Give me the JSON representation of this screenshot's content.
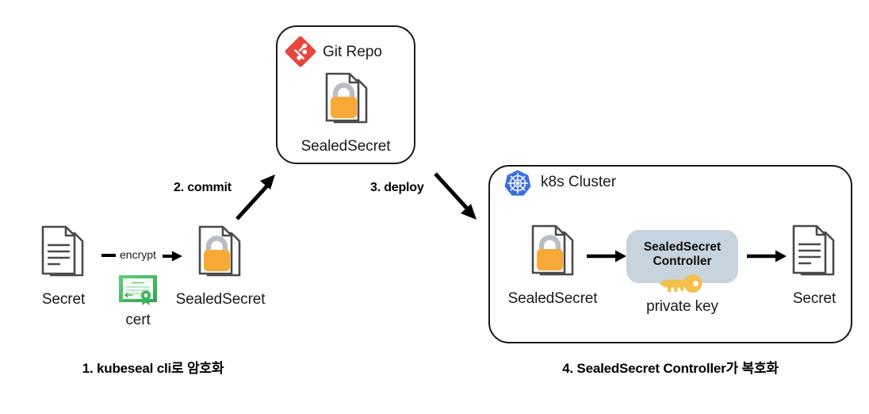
{
  "diagram": {
    "title": "Bitnami SealedSecrets workflow",
    "colors": {
      "lock_body": "#F7A938",
      "lock_shackle": "#B9BEC4",
      "doc_outline": "#4A4A4A",
      "git_red": "#E8453C",
      "k8s_blue": "#3B6FE0",
      "controller_bg": "#C7D3DD",
      "key_gold": "#F2C14B",
      "cert_green": "#4CB963",
      "arrow_black": "#000000",
      "box_border": "#1A1A1A"
    }
  },
  "git_repo": {
    "title": "Git Repo",
    "logo_icon": "git-logo-icon",
    "node": {
      "icon": "sealed-secret-doc-lock-icon",
      "label": "SealedSecret"
    }
  },
  "k8s_cluster": {
    "title": "k8s Cluster",
    "logo_icon": "kubernetes-logo-icon",
    "nodes": [
      {
        "icon": "sealed-secret-doc-lock-icon",
        "label": "SealedSecret"
      },
      {
        "icon": "secret-doc-icon",
        "label": "Secret"
      }
    ],
    "controller": {
      "line1": "SealedSecret",
      "line2": "Controller",
      "key_icon": "private-key-icon",
      "key_label": "private key"
    },
    "arrows": [
      "arrow-sealedsecret-to-controller",
      "arrow-controller-to-secret"
    ],
    "caption": "4. SealedSecret Controller가 복호화"
  },
  "local": {
    "source": {
      "icon": "secret-doc-icon",
      "label": "Secret"
    },
    "encrypt": {
      "label": "encrypt",
      "icon": "encrypt-arrow-icon"
    },
    "cert": {
      "icon": "certificate-icon",
      "label": "cert"
    },
    "target": {
      "icon": "sealed-secret-doc-lock-icon",
      "label": "SealedSecret"
    },
    "caption": "1. kubeseal cli로 암호화"
  },
  "flow_steps": [
    {
      "id": "commit",
      "label": "2. commit",
      "icon": "arrow-up-right-icon"
    },
    {
      "id": "deploy",
      "label": "3. deploy",
      "icon": "arrow-down-right-icon"
    }
  ]
}
